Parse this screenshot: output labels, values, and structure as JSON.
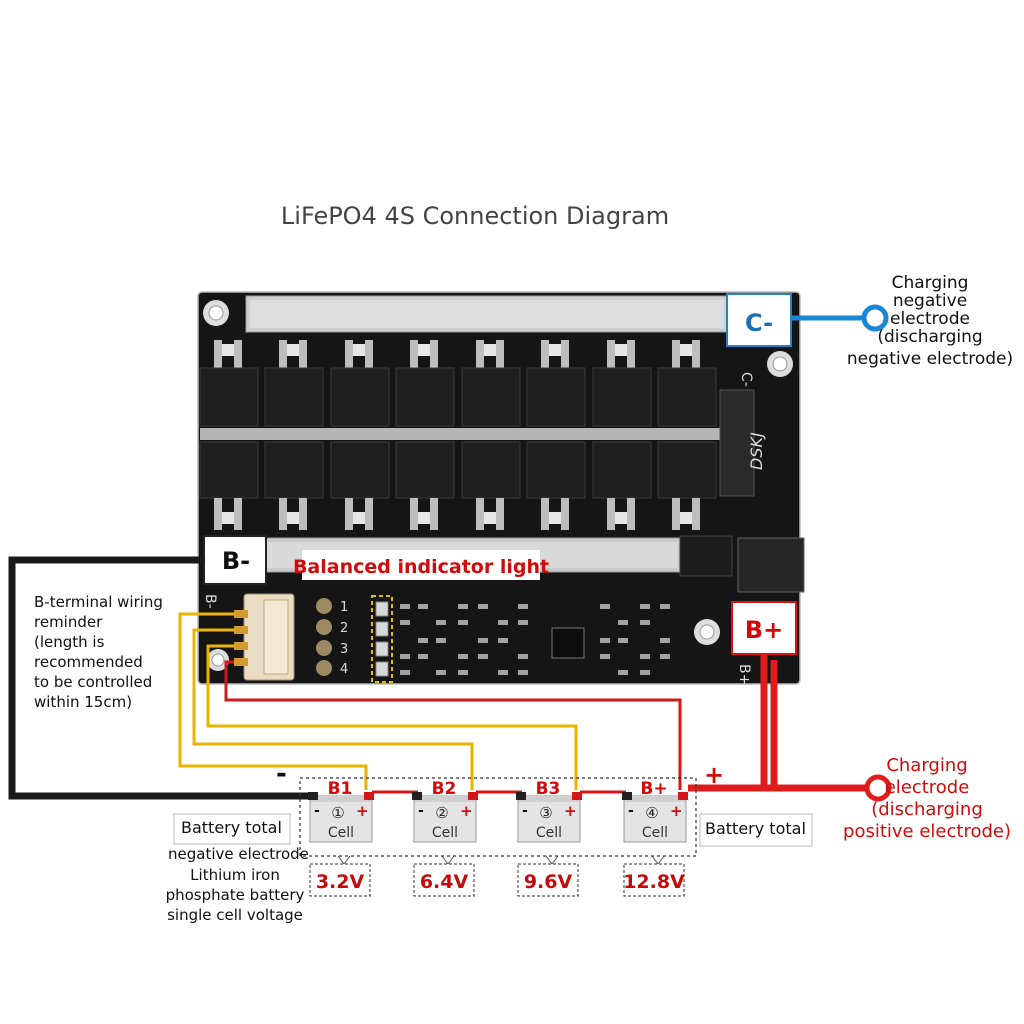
{
  "title": "LiFePO4 4S Connection Diagram",
  "terminals": {
    "c_minus": "C-",
    "b_minus": "B-",
    "b_plus": "B+",
    "pcb_c_minus": "C-",
    "pcb_b_minus": "B-",
    "pcb_b_plus": "B+"
  },
  "labels": {
    "balanced_indicator": "Balanced indicator light",
    "charging_negative": [
      "Charging",
      "negative",
      "electrode",
      "(discharging",
      "negative electrode)"
    ],
    "charging_positive": [
      "Charging",
      "electrode",
      "(discharging",
      "positive electrode)"
    ],
    "b_terminal_reminder": [
      "B-terminal wiring",
      "reminder",
      "(length is",
      "recommended",
      "to be controlled",
      "within 15cm)"
    ],
    "battery_total_left": "Battery total",
    "battery_total_right": "Battery total",
    "negative_electrode": "negative electrode",
    "cell_voltage_note": [
      "Lithium iron",
      "phosphate battery",
      "single cell voltage"
    ],
    "minus_sign": "-",
    "plus_sign": "+"
  },
  "pcb": {
    "brand": "DSKJ",
    "balance_numbers": [
      "1",
      "2",
      "3",
      "4"
    ]
  },
  "cells": [
    {
      "tag": "B1",
      "number": "①",
      "label": "Cell",
      "voltage": "3.2V"
    },
    {
      "tag": "B2",
      "number": "②",
      "label": "Cell",
      "voltage": "6.4V"
    },
    {
      "tag": "B3",
      "number": "③",
      "label": "Cell",
      "voltage": "9.6V"
    },
    {
      "tag": "B+",
      "number": "④",
      "label": "Cell",
      "voltage": "12.8V"
    }
  ],
  "colors": {
    "negative_wire": "#1a1a1a",
    "positive_wire": "#e01b1b",
    "balance_wire": "#e8b400",
    "charge_wire": "#1a86d6",
    "pcb": "#141414",
    "red_text": "#d10a0a"
  }
}
